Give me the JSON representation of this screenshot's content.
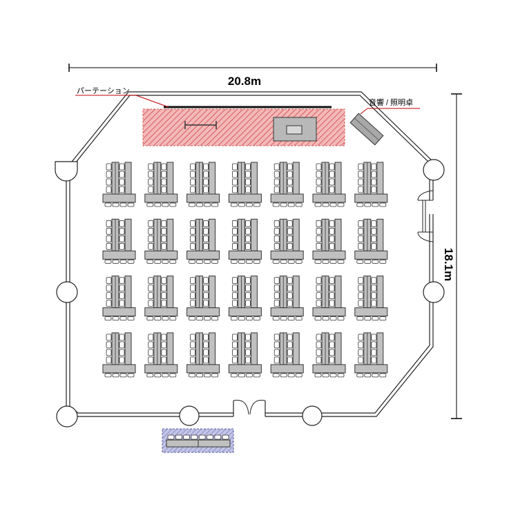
{
  "dimensions": {
    "width": "20.8m",
    "depth": "18.1m"
  },
  "labels": {
    "partition": "パーテーション",
    "av_console": "音響 / 照明卓"
  },
  "layout": {
    "seating": "classroom",
    "table_group_rows": 4,
    "table_group_columns": 7
  },
  "colors": {
    "stage_fill": "#f0a8a8",
    "stage_hatch": "#d85a5a",
    "pointer_line": "#c00000",
    "reception_fill": "#b8bce0",
    "reception_border": "#5a5ea0",
    "furniture_fill": "#c0c0c0",
    "wall": "#333333"
  }
}
